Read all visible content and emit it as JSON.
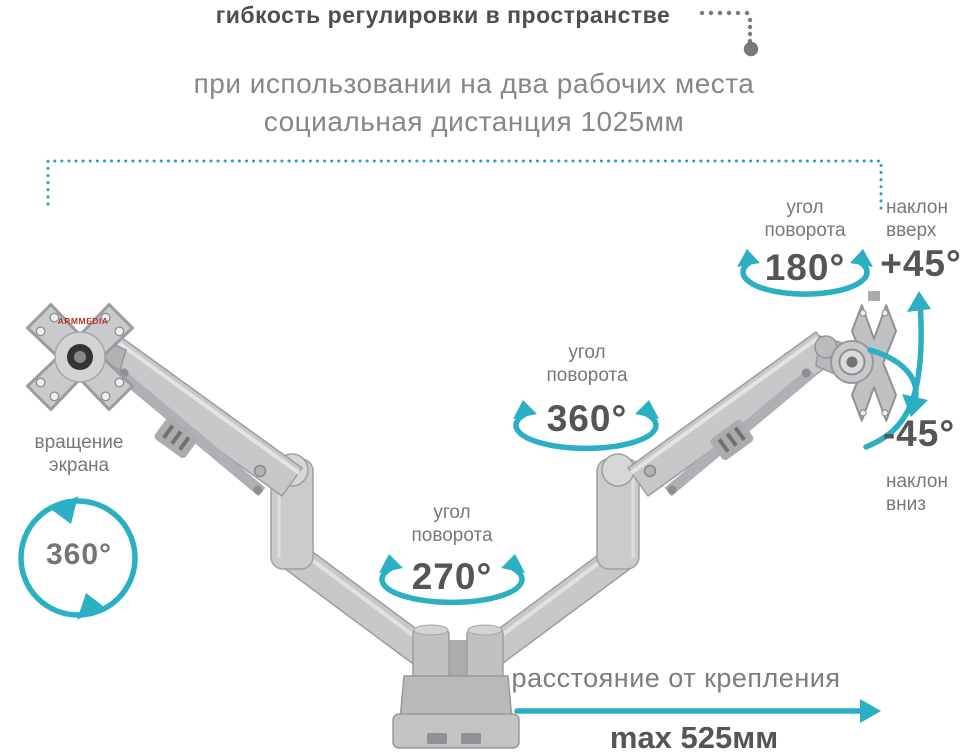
{
  "header": {
    "title": "гибкость регулировки в пространстве",
    "subtitle_line1": "при использовании на два рабочих места",
    "subtitle_line2": "социальная дистанция 1025мм"
  },
  "brand": {
    "logo": "ARMMEDIA"
  },
  "annotations": {
    "swivel_180": {
      "label_line1": "угол",
      "label_line2": "поворота",
      "value": "180°"
    },
    "tilt_up": {
      "label_line1": "наклон",
      "label_line2": "вверх",
      "value": "+45°"
    },
    "swivel_360": {
      "label_line1": "угол",
      "label_line2": "поворота",
      "value": "360°"
    },
    "tilt_down": {
      "label_line1": "наклон",
      "label_line2": "вниз",
      "value": "-45°"
    },
    "screen_rotation": {
      "label_line1": "вращение",
      "label_line2": "экрана",
      "value": "360°"
    },
    "swivel_270": {
      "label_line1": "угол",
      "label_line2": "поворота",
      "value": "270°"
    },
    "reach": {
      "label": "расстояние от крепления",
      "value": "max 525мм"
    }
  },
  "colors": {
    "accent_teal": "#2bafc2",
    "bracket_teal": "#2f9fb4",
    "text_dark": "#545557",
    "text_gray": "#76787b",
    "arm_silver": "#c6c8ca",
    "logo_red": "#b5342c"
  }
}
